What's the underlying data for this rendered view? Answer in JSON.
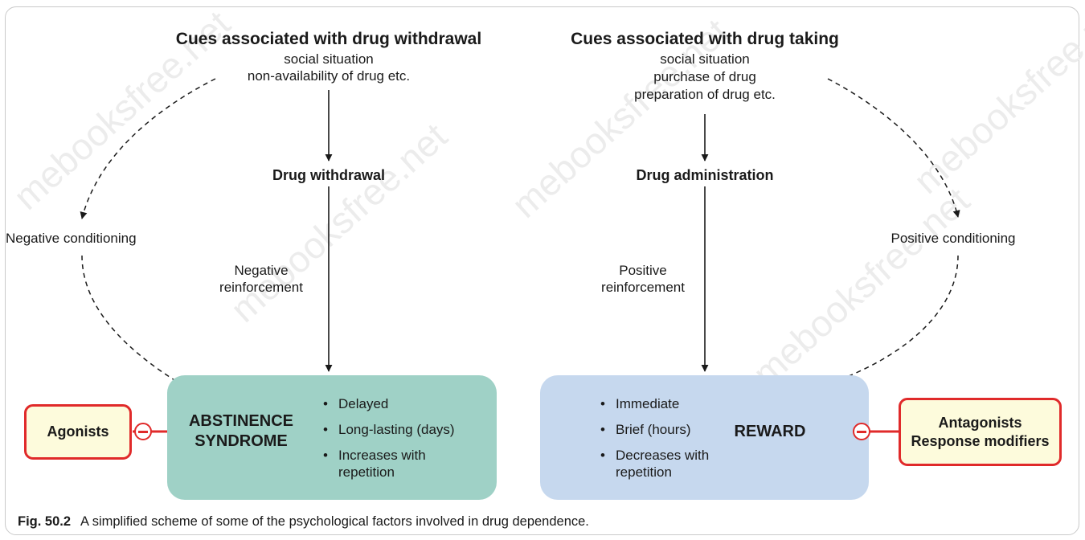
{
  "watermark": "mebooksfree.net",
  "cues_withdrawal": {
    "title": "Cues associated with drug withdrawal",
    "lines": [
      "social situation",
      "non-availability of drug etc."
    ]
  },
  "cues_taking": {
    "title": "Cues associated with drug taking",
    "lines": [
      "social situation",
      "purchase of drug",
      "preparation of drug etc."
    ]
  },
  "drug_withdrawal": "Drug withdrawal",
  "drug_administration": "Drug administration",
  "negative_conditioning": "Negative conditioning",
  "positive_conditioning": "Positive conditioning",
  "negative_reinforcement": [
    "Negative",
    "reinforcement"
  ],
  "positive_reinforcement": [
    "Positive",
    "reinforcement"
  ],
  "abstinence": {
    "title": [
      "ABSTINENCE",
      "SYNDROME"
    ],
    "bullets": [
      "Delayed",
      "Long-lasting (days)",
      "Increases with repetition"
    ]
  },
  "reward": {
    "title": "REWARD",
    "bullets": [
      "Immediate",
      "Brief (hours)",
      "Decreases with repetition"
    ]
  },
  "agonists": "Agonists",
  "antagonists": [
    "Antagonists",
    "Response modifiers"
  ],
  "caption": {
    "number": "Fig. 50.2",
    "text": "A simplified scheme of some of the psychological factors involved in drug dependence."
  },
  "colors": {
    "abstinence_box": "#9fd1c6",
    "reward_box": "#c6d8ee",
    "inhibitor_red": "#e02a2a",
    "drug_box_fill": "#fdfbdc"
  }
}
